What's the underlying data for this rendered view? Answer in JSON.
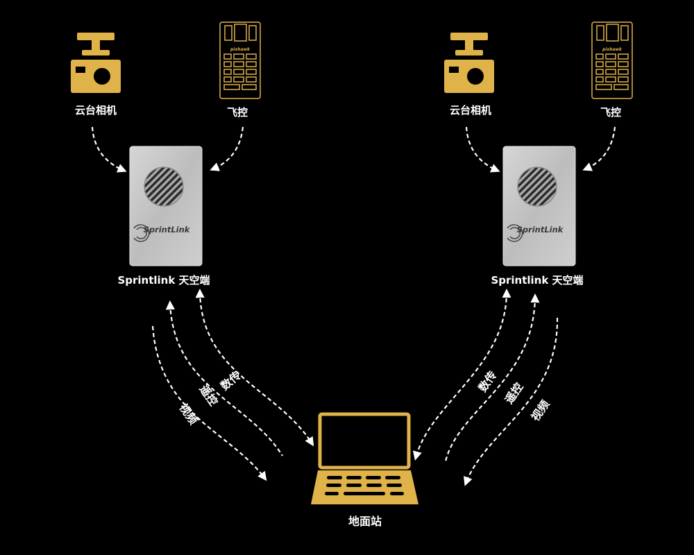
{
  "colors": {
    "background": "#000000",
    "gold": "#e0b24a",
    "text": "#ffffff",
    "module_face": "#c9c9c9"
  },
  "left": {
    "camera_label": "云台相机",
    "fc_label": "飞控",
    "module_label": "Sprintlink 天空端",
    "module_logo": "SprintLink"
  },
  "right": {
    "camera_label": "云台相机",
    "fc_label": "飞控",
    "module_label": "Sprintlink 天空端",
    "module_logo": "SprintLink"
  },
  "flc_brand": "pixhawk",
  "links": {
    "data": "数传",
    "rc": "遥控",
    "video": "视频"
  },
  "ground_label": "地面站"
}
